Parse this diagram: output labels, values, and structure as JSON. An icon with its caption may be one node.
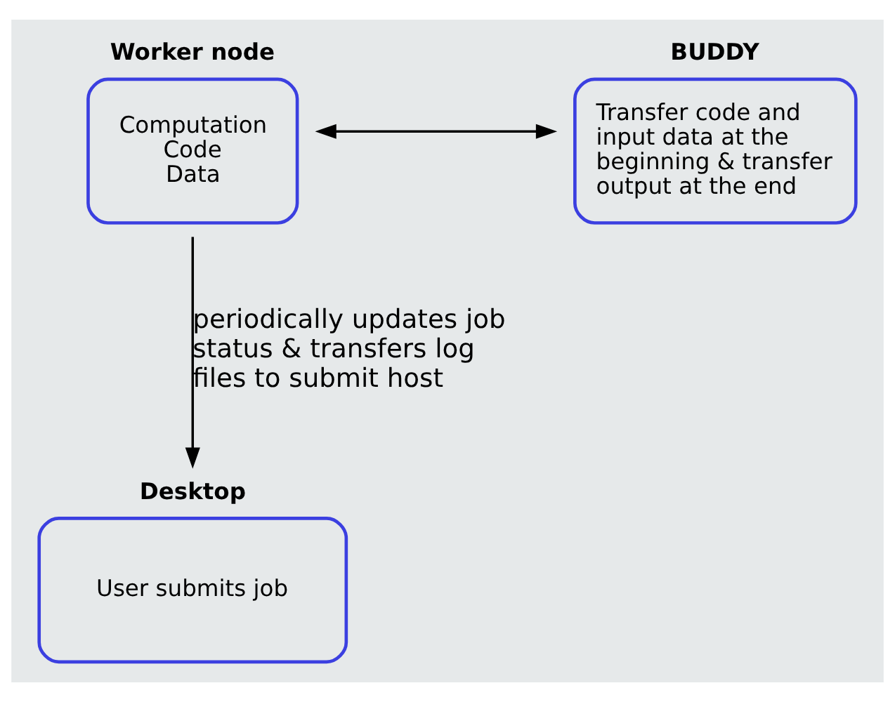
{
  "diagram": {
    "nodes": [
      {
        "text": [
          "Worker node",
          "Computation",
          "Code",
          "Data"
        ]
      },
      {
        "text": [
          "BUDDY",
          "Transfer code and input data at the beginning & transfer output at the end"
        ]
      },
      {
        "text": [
          "Desktop",
          "User submits job"
        ]
      }
    ],
    "edges": [
      {
        "from": 0,
        "to": 1,
        "arrow": "both"
      },
      {
        "from": 0,
        "to": 2,
        "arrow": "to",
        "label": "periodically updates job status & transfers log files to submit host"
      }
    ]
  }
}
